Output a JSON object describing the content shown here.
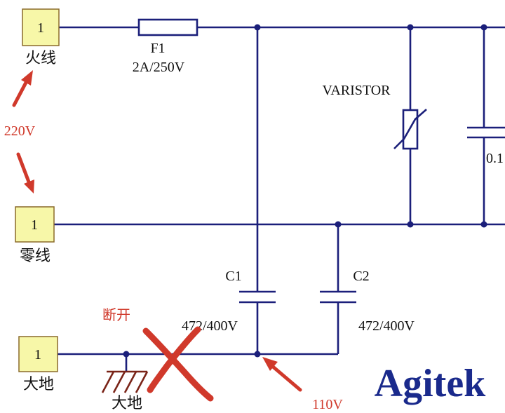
{
  "connectors": [
    {
      "pin": "1",
      "label": "火线"
    },
    {
      "pin": "1",
      "label": "零线"
    },
    {
      "pin": "1",
      "label": "大地"
    }
  ],
  "fuse": {
    "ref": "F1",
    "rating": "2A/250V"
  },
  "varistor": {
    "label": "VARISTOR"
  },
  "capacitor_right": {
    "value_partial": "0.1"
  },
  "capacitors": [
    {
      "ref": "C1",
      "value": "472/400V"
    },
    {
      "ref": "C2",
      "value": "472/400V"
    }
  ],
  "annotations": {
    "voltage_live": "220V",
    "voltage_ground": "110V",
    "disconnect": "断开",
    "earth_symbol_label": "大地"
  },
  "logo": {
    "text": "Agitek",
    "color": "#1a2a8c"
  },
  "colors": {
    "wire": "#1b1f7a",
    "annotation": "#d0392b",
    "connector_fill": "#f7f7a8",
    "connector_border": "#8a6a2a"
  }
}
